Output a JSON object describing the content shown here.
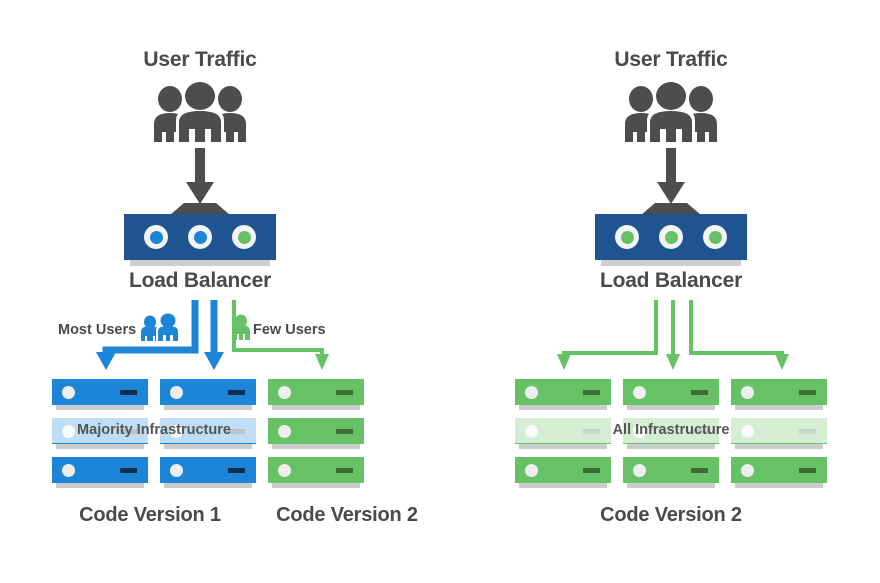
{
  "diagram": {
    "type": "canary-deployment-comparison",
    "background": "#ffffff",
    "colors": {
      "text": "#4a4a4a",
      "load_balancer": "#1f5490",
      "server_blue": "#1c85d8",
      "server_green": "#66c264",
      "arrow_gray": "#4d4d4d",
      "arrow_blue": "#1c85d8",
      "arrow_green": "#66c264",
      "shadow": "#cccccc",
      "led_blue": "#1c85d8",
      "led_green": "#66c264"
    }
  },
  "left_panel": {
    "traffic_title": "User Traffic",
    "people_icon": "users-group-icon",
    "load_balancer_label": "Load Balancer",
    "load_balancer_leds": [
      "blue",
      "blue",
      "green"
    ],
    "legend": [
      {
        "label": "Most Users",
        "icon": "two-people-icon",
        "color": "blue"
      },
      {
        "label": "Few Users",
        "icon": "one-person-icon",
        "color": "green"
      }
    ],
    "overlay_label": "Majority Infrastructure",
    "columns": [
      {
        "color": "blue",
        "rows": 3,
        "arrow": "blue-elbow-left"
      },
      {
        "color": "blue",
        "rows": 3,
        "arrow": "blue-straight"
      },
      {
        "color": "green",
        "rows": 3,
        "arrow": "green-elbow-right"
      }
    ],
    "version_labels": [
      "Code Version 1",
      "Code Version 2"
    ]
  },
  "right_panel": {
    "traffic_title": "User Traffic",
    "people_icon": "users-group-icon",
    "load_balancer_label": "Load Balancer",
    "load_balancer_leds": [
      "green",
      "green",
      "green"
    ],
    "overlay_label": "All Infrastructure",
    "columns": [
      {
        "color": "green",
        "rows": 3,
        "arrow": "green-elbow-left"
      },
      {
        "color": "green",
        "rows": 3,
        "arrow": "green-straight"
      },
      {
        "color": "green",
        "rows": 3,
        "arrow": "green-elbow-right"
      }
    ],
    "version_labels": [
      "Code Version 2"
    ]
  }
}
